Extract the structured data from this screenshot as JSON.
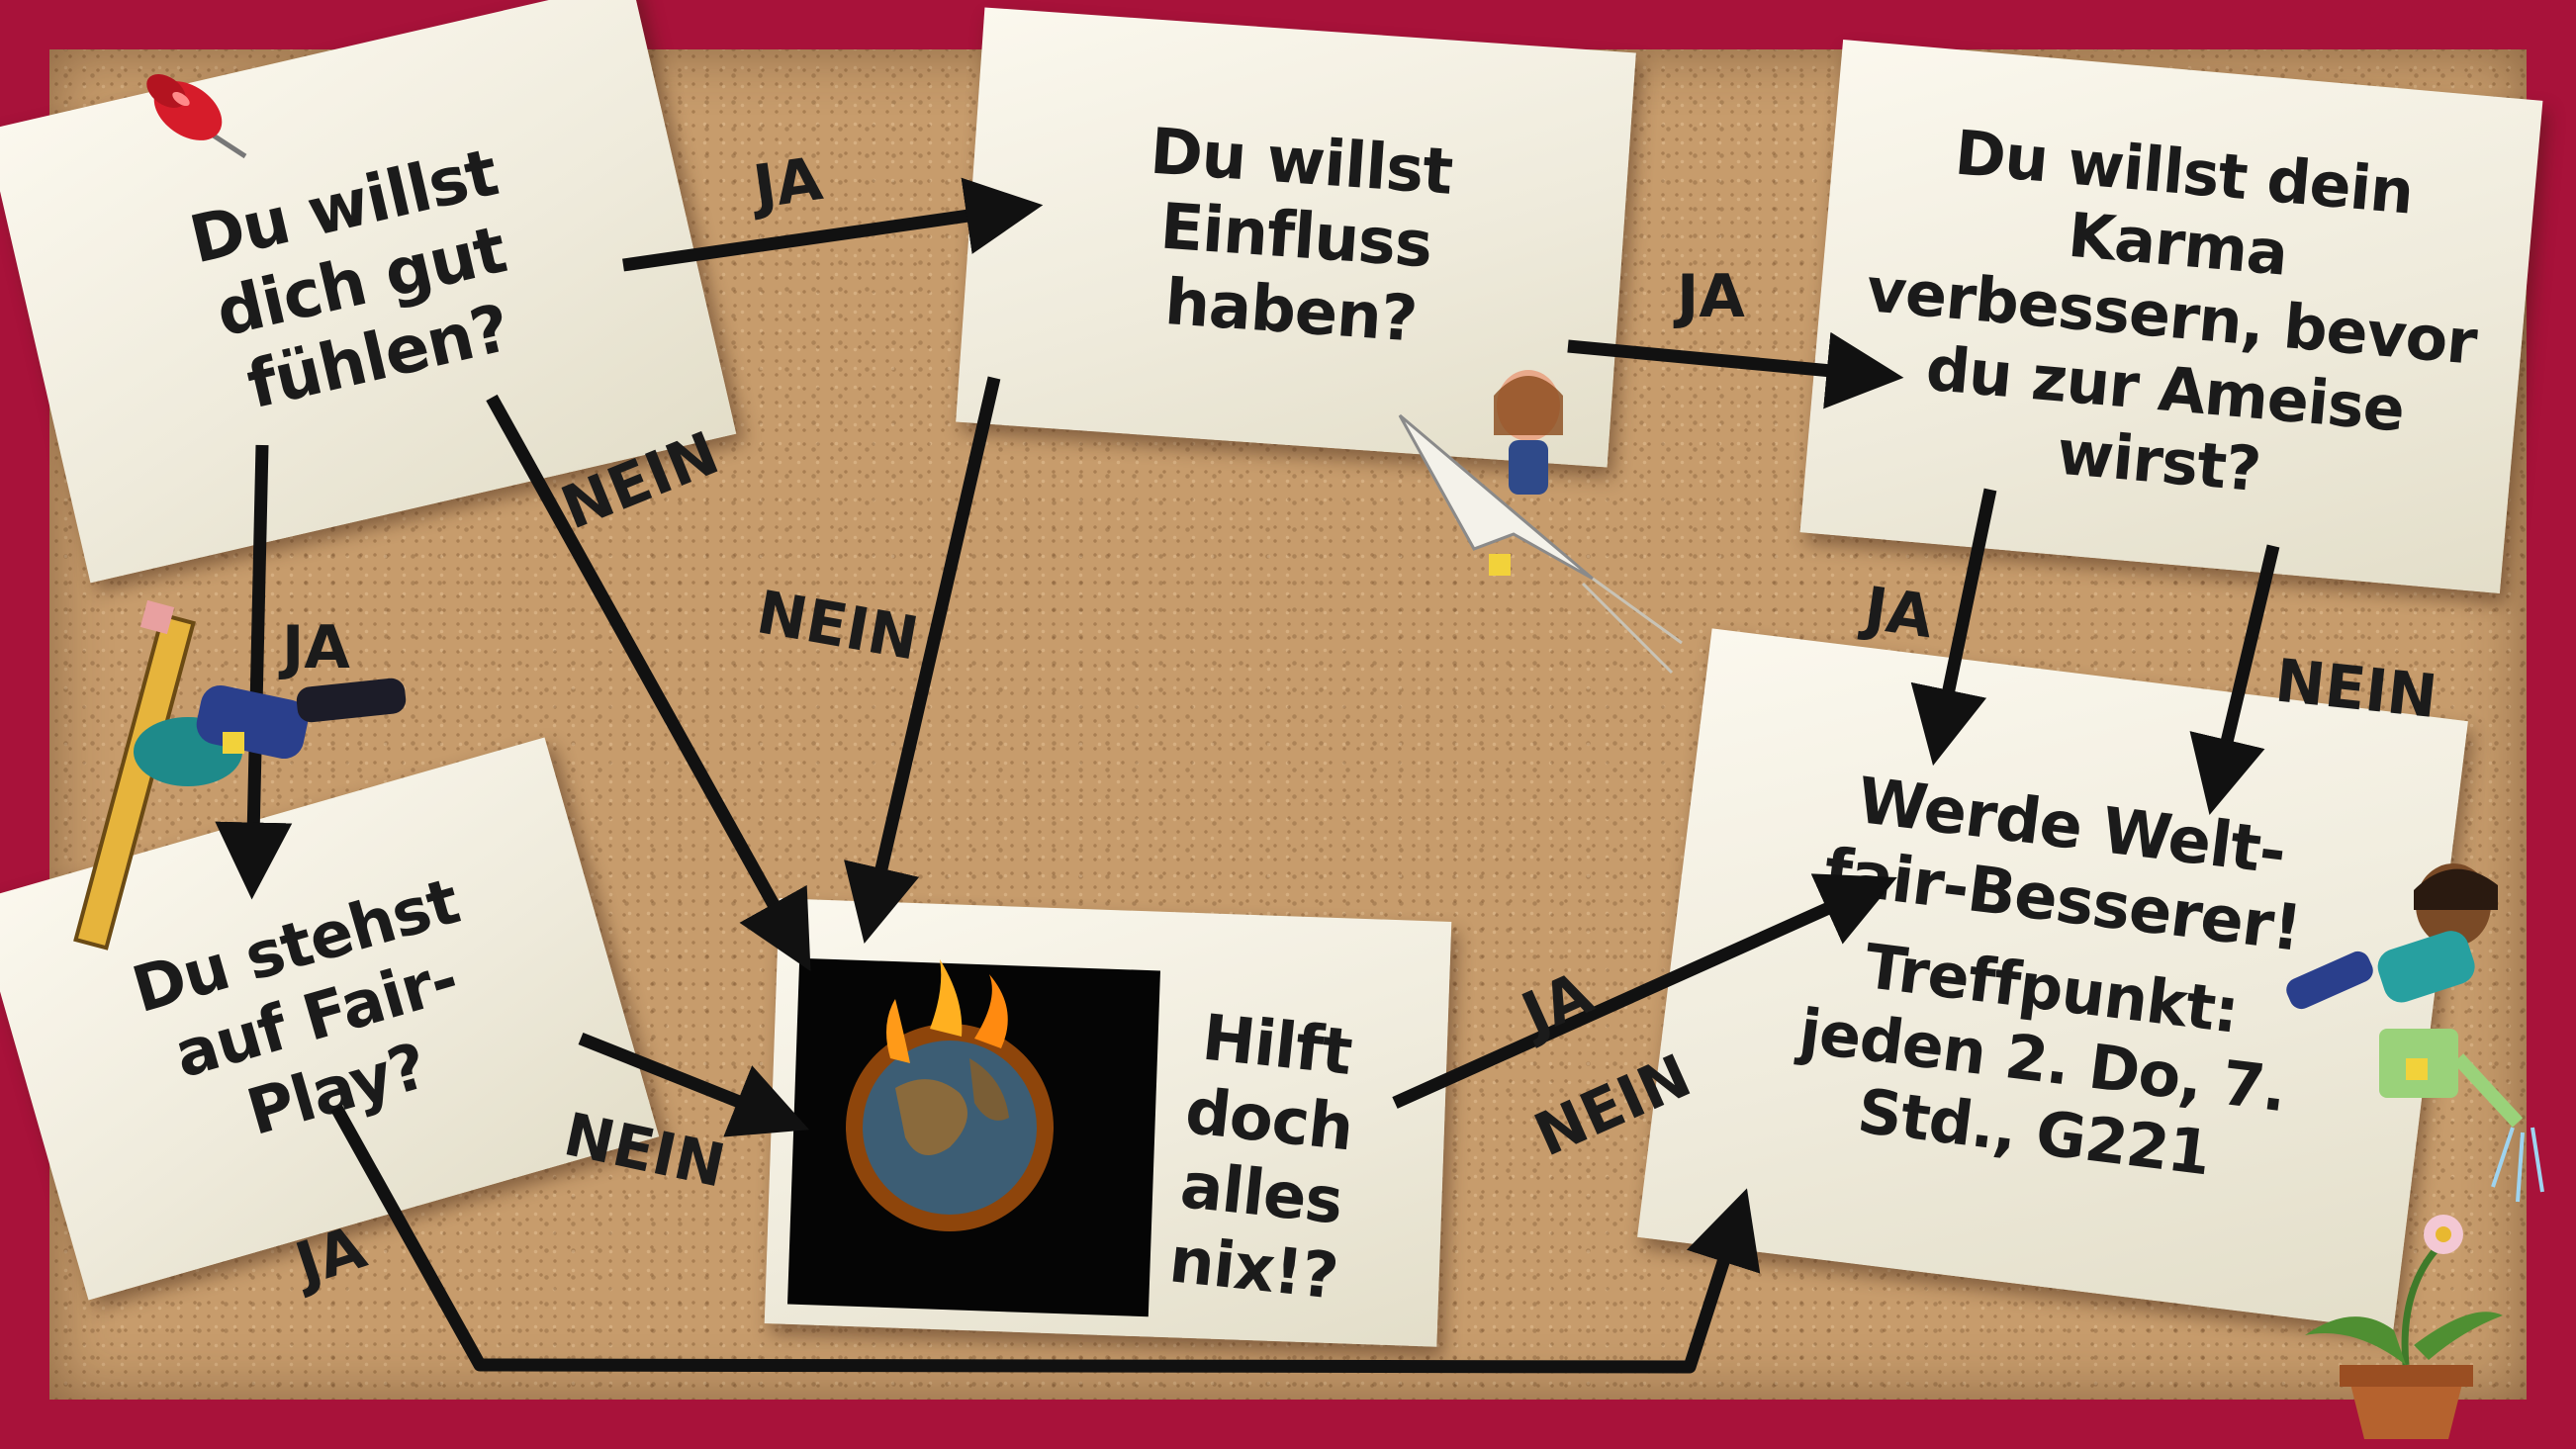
{
  "notes": {
    "feel_good": "Du willst dich gut fühlen?",
    "influence": "Du willst Einfluss haben?",
    "karma": "Du willst dein Karma verbessern, bevor du zur Ameise wirst?",
    "fair_play": "Du stehst auf Fair-Play?",
    "useless": "Hilft doch alles nix!?",
    "result_line1": "Werde Welt-fair-Besserer!",
    "result_line2": "Treffpunkt: jeden 2. Do, 7. Std., G221"
  },
  "labels": {
    "yes": "JA",
    "no": "NEIN"
  },
  "colors": {
    "frame": "#a8123a",
    "cork": "#c79c6c",
    "paper": "#f3f0e3",
    "ink": "#1b1b1b",
    "pin": "#d61c2a"
  },
  "icons": [
    "pushpin-icon",
    "burning-earth-image",
    "paper-plane-character-icon",
    "pencil-character-icon",
    "watering-can-character-icon",
    "potted-flower-icon"
  ]
}
